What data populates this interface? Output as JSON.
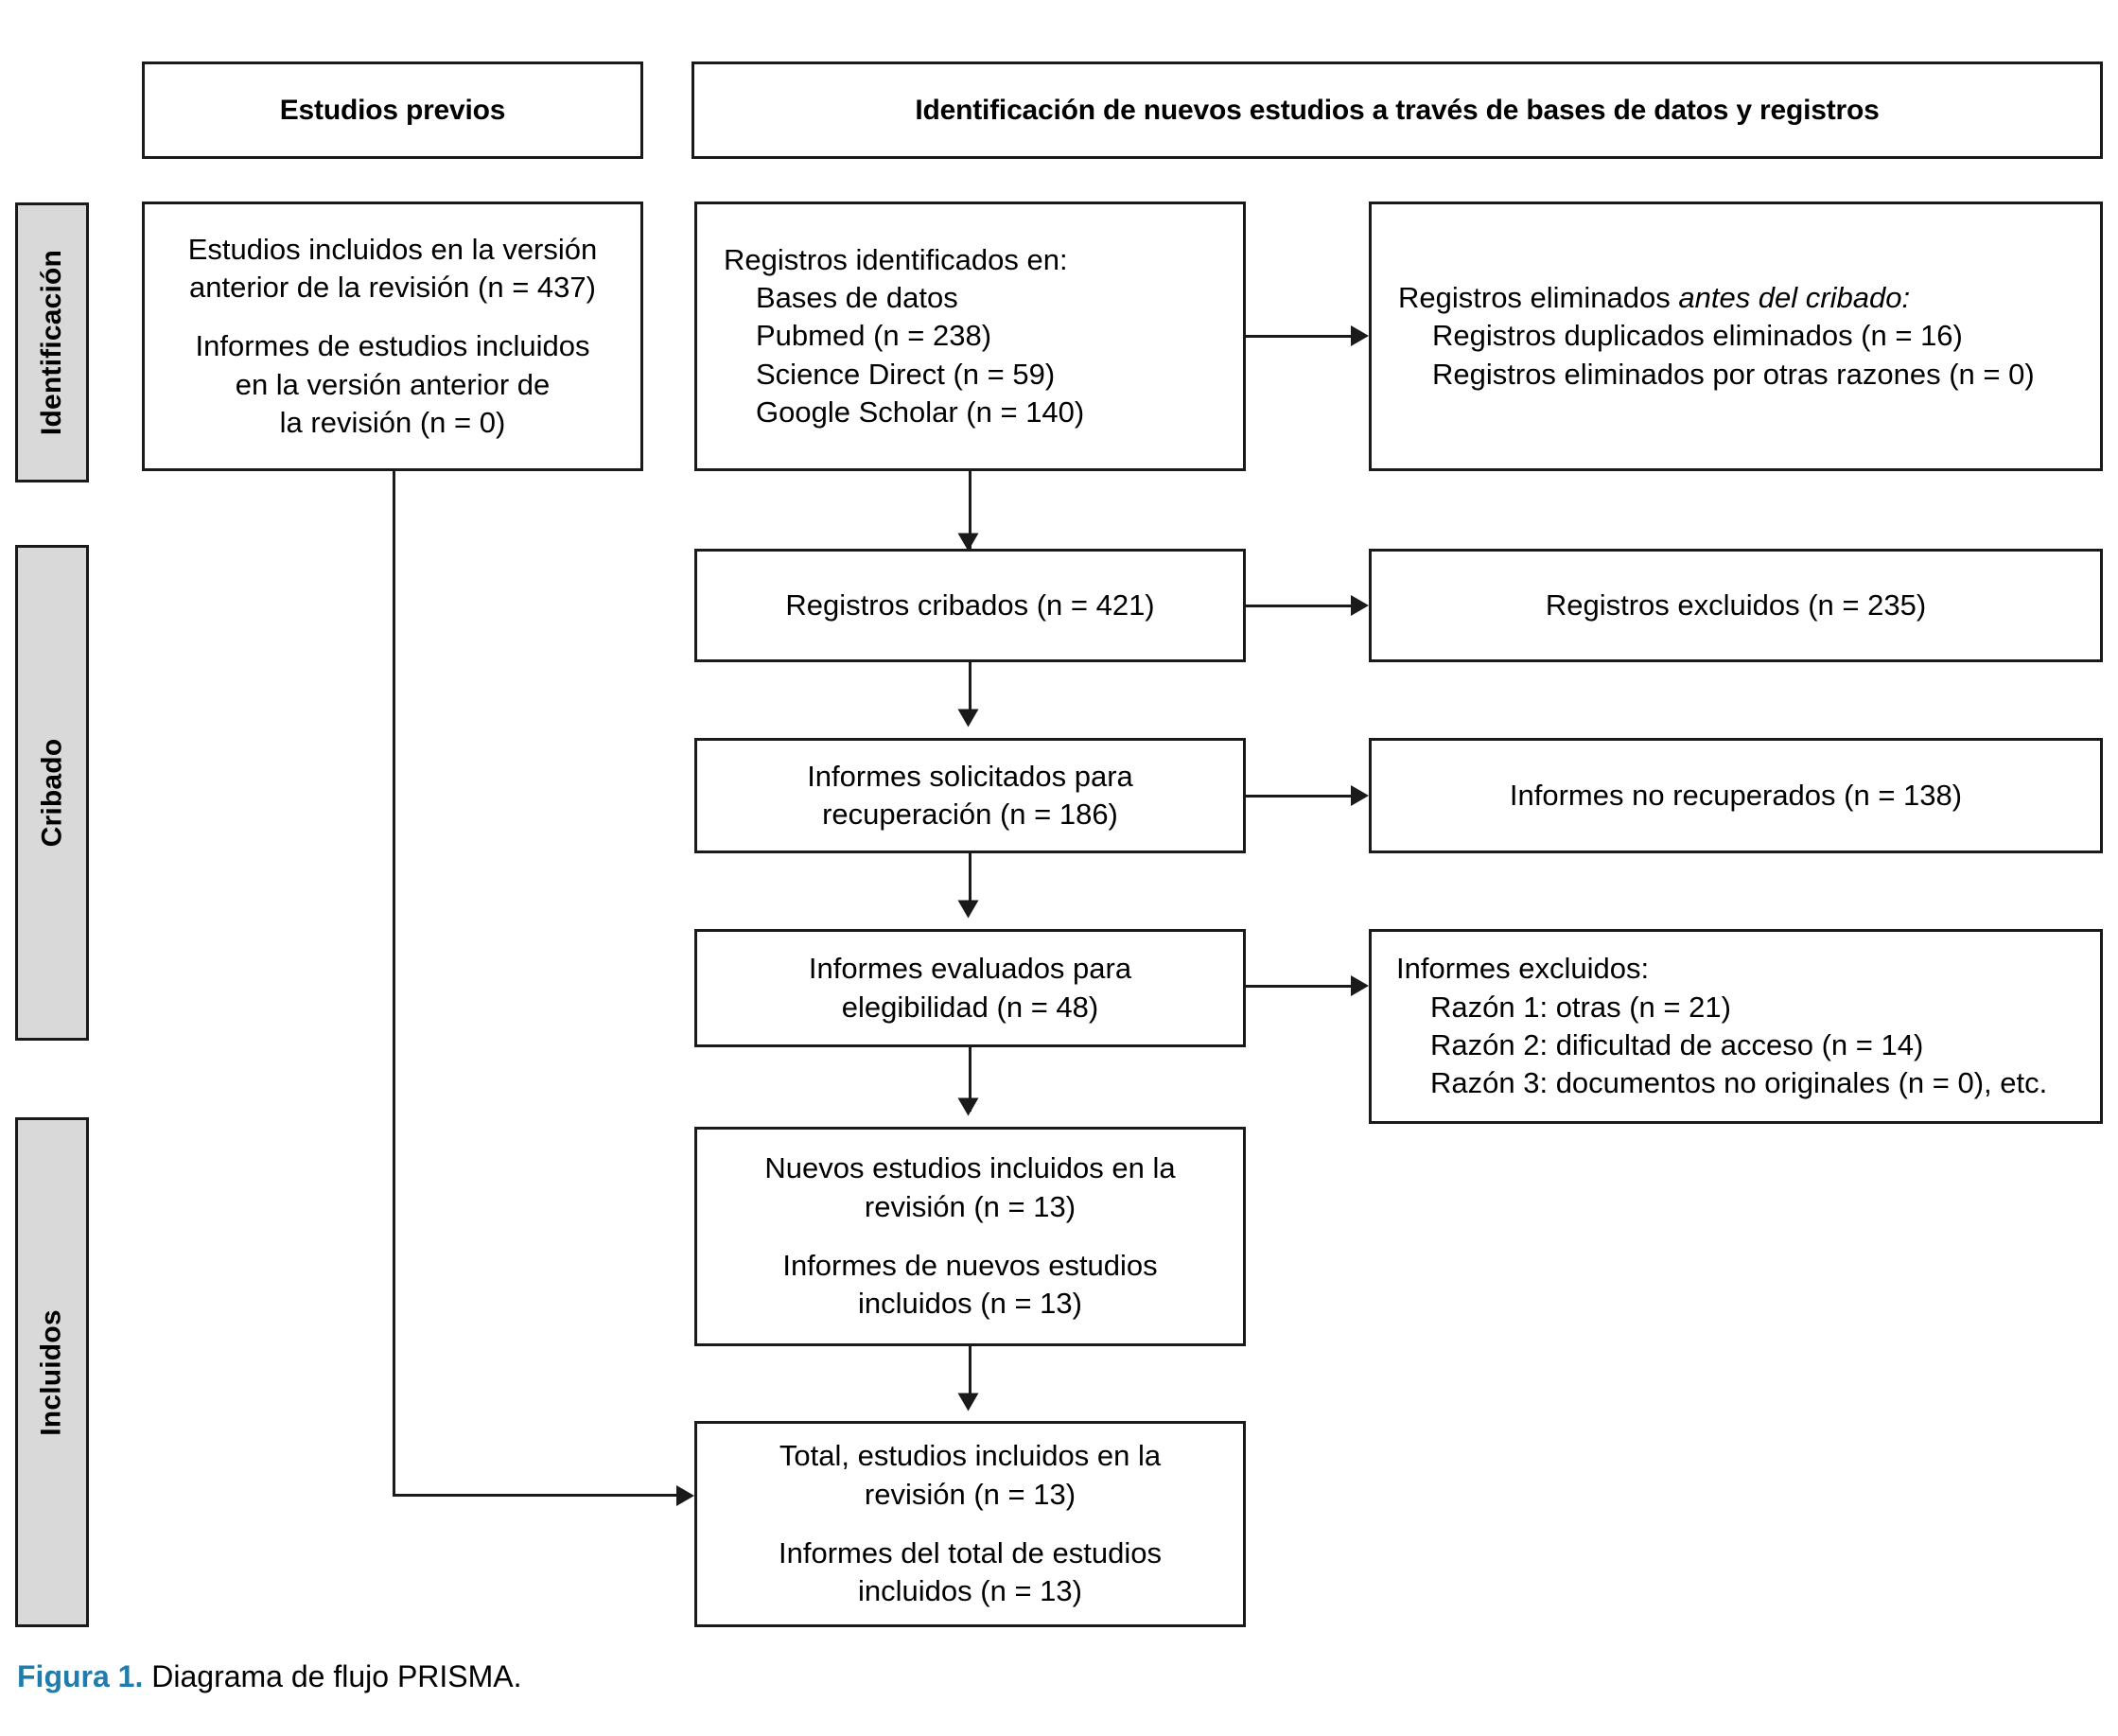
{
  "figure": {
    "label": "Figura 1.",
    "caption": "Diagrama de flujo PRISMA.",
    "accent_color": "#1f7cac",
    "stage_fill_color": "#d9d9d9",
    "border_color": "#1a1a1a"
  },
  "stages": [
    {
      "label": "Identificación"
    },
    {
      "label": "Cribado"
    },
    {
      "label": "Incluidos"
    }
  ],
  "headers": {
    "previous": "Estudios previos",
    "new": "Identificación de nuevos estudios a través de bases de datos y registros"
  },
  "boxes": {
    "previous_studies": {
      "paragraphs": [
        [
          "Estudios incluidos en la versión",
          "anterior de la revisión (n = 437)"
        ],
        [
          "Informes de estudios incluidos",
          "en la versión anterior de",
          "la revisión (n = 0)"
        ]
      ]
    },
    "records_identified": {
      "title": "Registros identificados en:",
      "items": [
        "Bases de datos",
        "Pubmed (n = 238)",
        "Science Direct (n = 59)",
        "Google Scholar (n = 140)"
      ]
    },
    "records_removed": {
      "title_plain": "Registros eliminados ",
      "title_italic": "antes del cribado:",
      "items": [
        "Registros duplicados eliminados (n = 16)",
        "Registros eliminados por otras razones (n = 0)"
      ]
    },
    "records_screened": {
      "lines": [
        "Registros cribados (n = 421)"
      ]
    },
    "records_excluded": {
      "lines": [
        "Registros excluidos (n = 235)"
      ]
    },
    "reports_sought": {
      "lines": [
        "Informes solicitados para",
        "recuperación (n = 186)"
      ]
    },
    "reports_not_retrieved": {
      "lines": [
        "Informes no recuperados (n = 138)"
      ]
    },
    "reports_assessed": {
      "lines": [
        "Informes evaluados para",
        "elegibilidad (n = 48)"
      ]
    },
    "reports_excluded": {
      "title": "Informes excluidos:",
      "items": [
        "Razón 1: otras (n = 21)",
        "Razón 2: dificultad de acceso (n = 14)",
        "Razón 3: documentos no originales (n = 0), etc."
      ]
    },
    "new_studies_included": {
      "paragraphs": [
        [
          "Nuevos estudios incluidos en la",
          "revisión (n = 13)"
        ],
        [
          "Informes de nuevos estudios",
          "incluidos (n = 13)"
        ]
      ]
    },
    "total_included": {
      "paragraphs": [
        [
          "Total, estudios incluidos en la",
          "revisión (n = 13)"
        ],
        [
          "Informes del total de estudios",
          "incluidos (n = 13)"
        ]
      ]
    }
  }
}
